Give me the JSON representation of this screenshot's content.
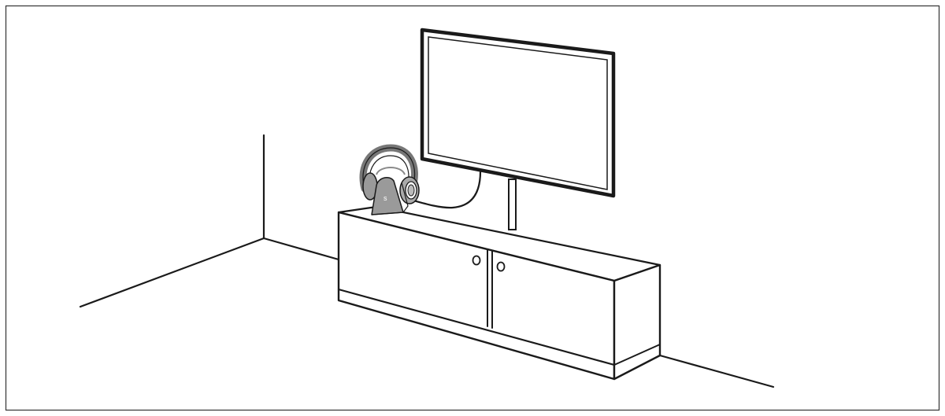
{
  "figure": {
    "scene_objects": [
      {
        "name": "wall-corner",
        "icon": "room-corner-icon"
      },
      {
        "name": "flat-screen-tv",
        "icon": "tv-icon"
      },
      {
        "name": "tv-stand-pole",
        "icon": "pole-icon"
      },
      {
        "name": "tv-cabinet",
        "icon": "cabinet-icon"
      },
      {
        "name": "wireless-headphones",
        "icon": "headphones-icon"
      },
      {
        "name": "charging-base",
        "icon": "dock-icon"
      },
      {
        "name": "audio-cable",
        "icon": "cable-icon"
      }
    ],
    "colors": {
      "line": "#1a1a1a",
      "background": "#ffffff",
      "headphone_gray": "#8a8a8a",
      "base_gray": "#9a9a9a"
    }
  }
}
